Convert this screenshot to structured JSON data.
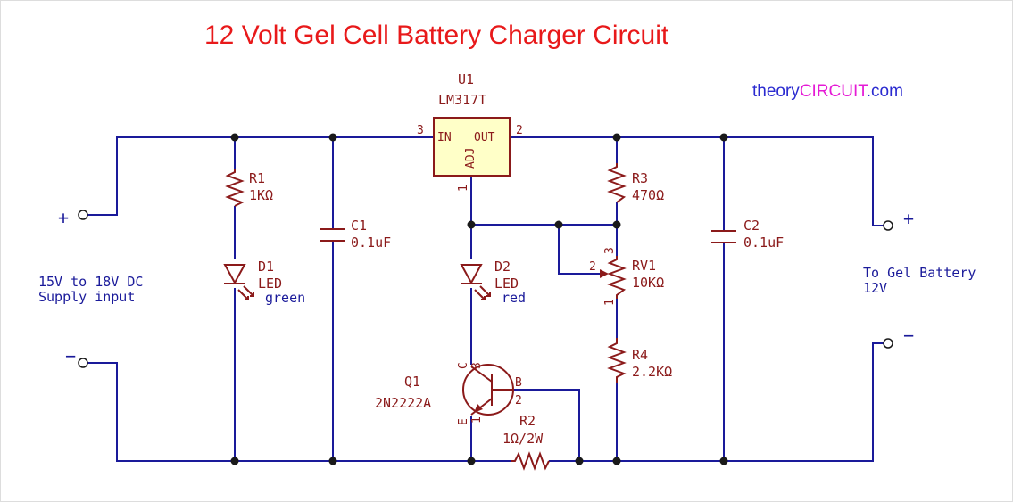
{
  "title": "12 Volt Gel Cell Battery Charger Circuit",
  "brand": {
    "prefix": "theory",
    "main": "CIRCUIT",
    "suffix": ".com",
    "colors": {
      "prefix": "#2a2ad0",
      "main": "#e51bd5",
      "suffix": "#2a2ad0"
    }
  },
  "input": {
    "plus": "+",
    "minus": "−",
    "line1": "15V to 18V DC",
    "line2": "Supply input"
  },
  "output": {
    "plus": "+",
    "minus": "−",
    "line1": "To Gel Battery",
    "line2": "12V"
  },
  "u1": {
    "ref": "U1",
    "part": "LM317T",
    "in": "IN",
    "out": "OUT",
    "adj": "ADJ",
    "pin_in": "3",
    "pin_out": "2",
    "pin_adj": "1",
    "fill": "#ffffc8"
  },
  "r1": {
    "ref": "R1",
    "value": "1KΩ"
  },
  "d1": {
    "ref": "D1",
    "type": "LED",
    "color": "green"
  },
  "c1": {
    "ref": "C1",
    "value": "0.1uF"
  },
  "d2": {
    "ref": "D2",
    "type": "LED",
    "color": "red"
  },
  "q1": {
    "ref": "Q1",
    "part": "2N2222A",
    "c": "C",
    "b": "B",
    "e": "E",
    "pin_c": "3",
    "pin_b": "2",
    "pin_e": "1"
  },
  "r2": {
    "ref": "R2",
    "value": "1Ω/2W"
  },
  "r3": {
    "ref": "R3",
    "value": "470Ω"
  },
  "rv1": {
    "ref": "RV1",
    "value": "10KΩ",
    "pin1": "1",
    "pin2": "2",
    "pin3": "3"
  },
  "r4": {
    "ref": "R4",
    "value": "2.2KΩ"
  },
  "c2": {
    "ref": "C2",
    "value": "0.1uF"
  }
}
